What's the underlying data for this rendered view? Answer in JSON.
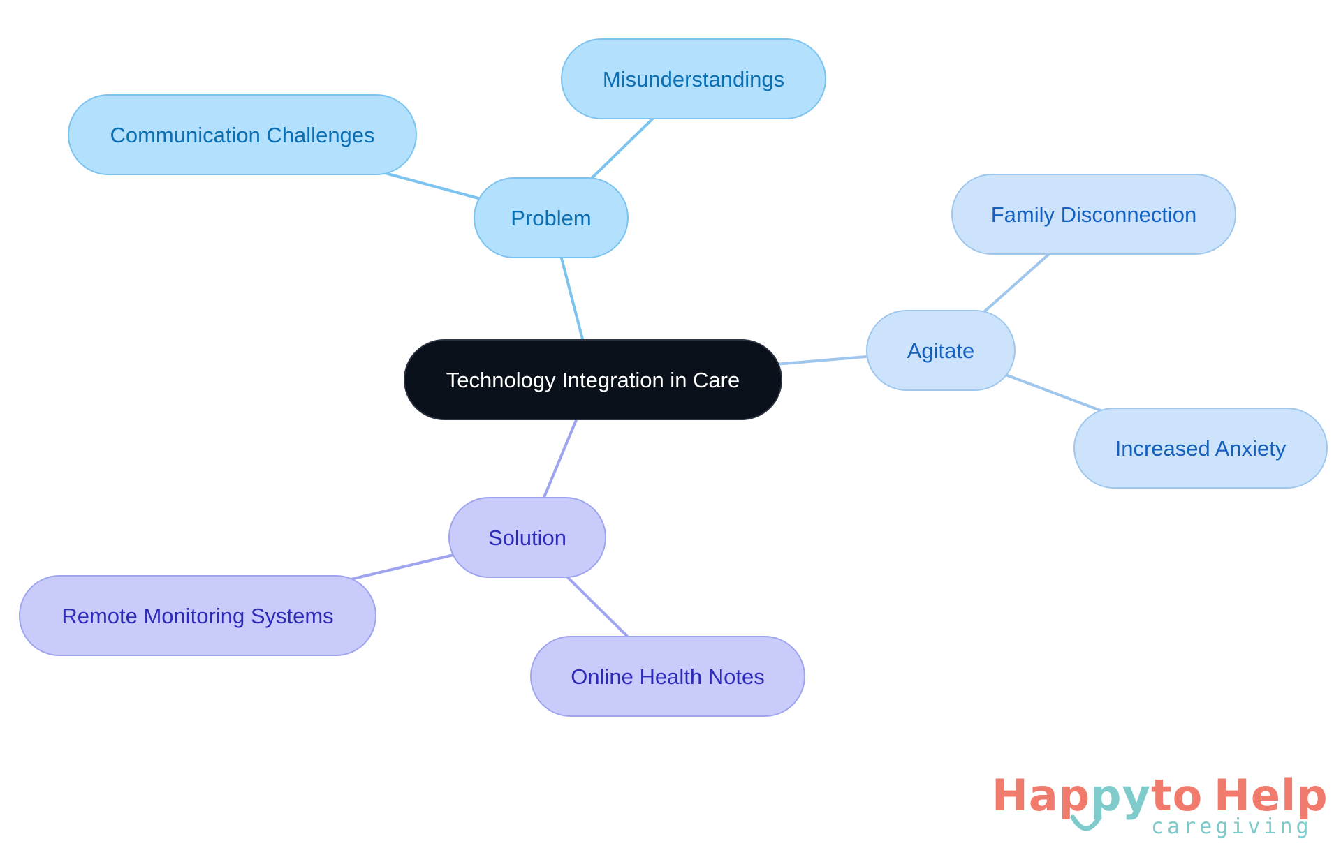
{
  "colors": {
    "center_fill": "#0b111a",
    "center_text": "#ffffff",
    "problem_fill": "#b3e0fc",
    "problem_stroke": "#7cc3ef",
    "problem_text": "#0a6fb3",
    "agitate_fill": "#cde3fb",
    "agitate_stroke": "#9fc7ee",
    "agitate_text": "#1560bd",
    "solution_fill": "#c9cbfb",
    "solution_stroke": "#9fa4ee",
    "solution_text": "#2e2ab8",
    "logo_coral": "#f07a6b",
    "logo_teal": "#7fcbcc"
  },
  "diagram": {
    "center": {
      "label": "Technology Integration in Care"
    },
    "branches": [
      {
        "label": "Problem",
        "group": "problem",
        "children": [
          {
            "label": "Misunderstandings"
          },
          {
            "label": "Communication Challenges"
          }
        ]
      },
      {
        "label": "Agitate",
        "group": "agitate",
        "children": [
          {
            "label": "Family Disconnection"
          },
          {
            "label": "Increased Anxiety"
          }
        ]
      },
      {
        "label": "Solution",
        "group": "solution",
        "children": [
          {
            "label": "Remote Monitoring Systems"
          },
          {
            "label": "Online Health Notes"
          }
        ]
      }
    ]
  },
  "logo": {
    "word_happy": "Happy",
    "word_to": "to",
    "word_help": "Help",
    "tagline": "caregiving",
    "smile_icon": "smile-icon"
  }
}
